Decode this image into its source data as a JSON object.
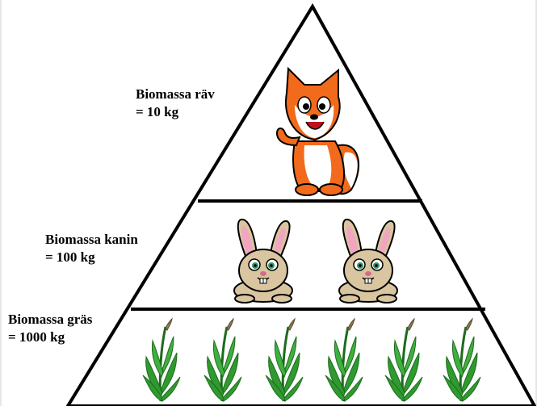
{
  "levels": {
    "fox": {
      "line1": "Biomassa räv",
      "line2": "= 10 kg",
      "animal": "fox-icon"
    },
    "rabbit": {
      "line1": "Biomassa kanin",
      "line2": "= 100 kg",
      "animal": "rabbit-icon",
      "count": 2
    },
    "grass": {
      "line1": "Biomassa gräs",
      "line2": "= 1000 kg",
      "animal": "grass-icon",
      "count": 6
    }
  },
  "colors": {
    "outline": "#000000",
    "fox": "#f26a1b",
    "rabbit": "#d9c5a0",
    "rabbit_ear_inner": "#f2a5c0",
    "grass": "#2f9a2f",
    "grass_dark": "#1d6b1d",
    "grass_seed": "#8a7a5a"
  }
}
